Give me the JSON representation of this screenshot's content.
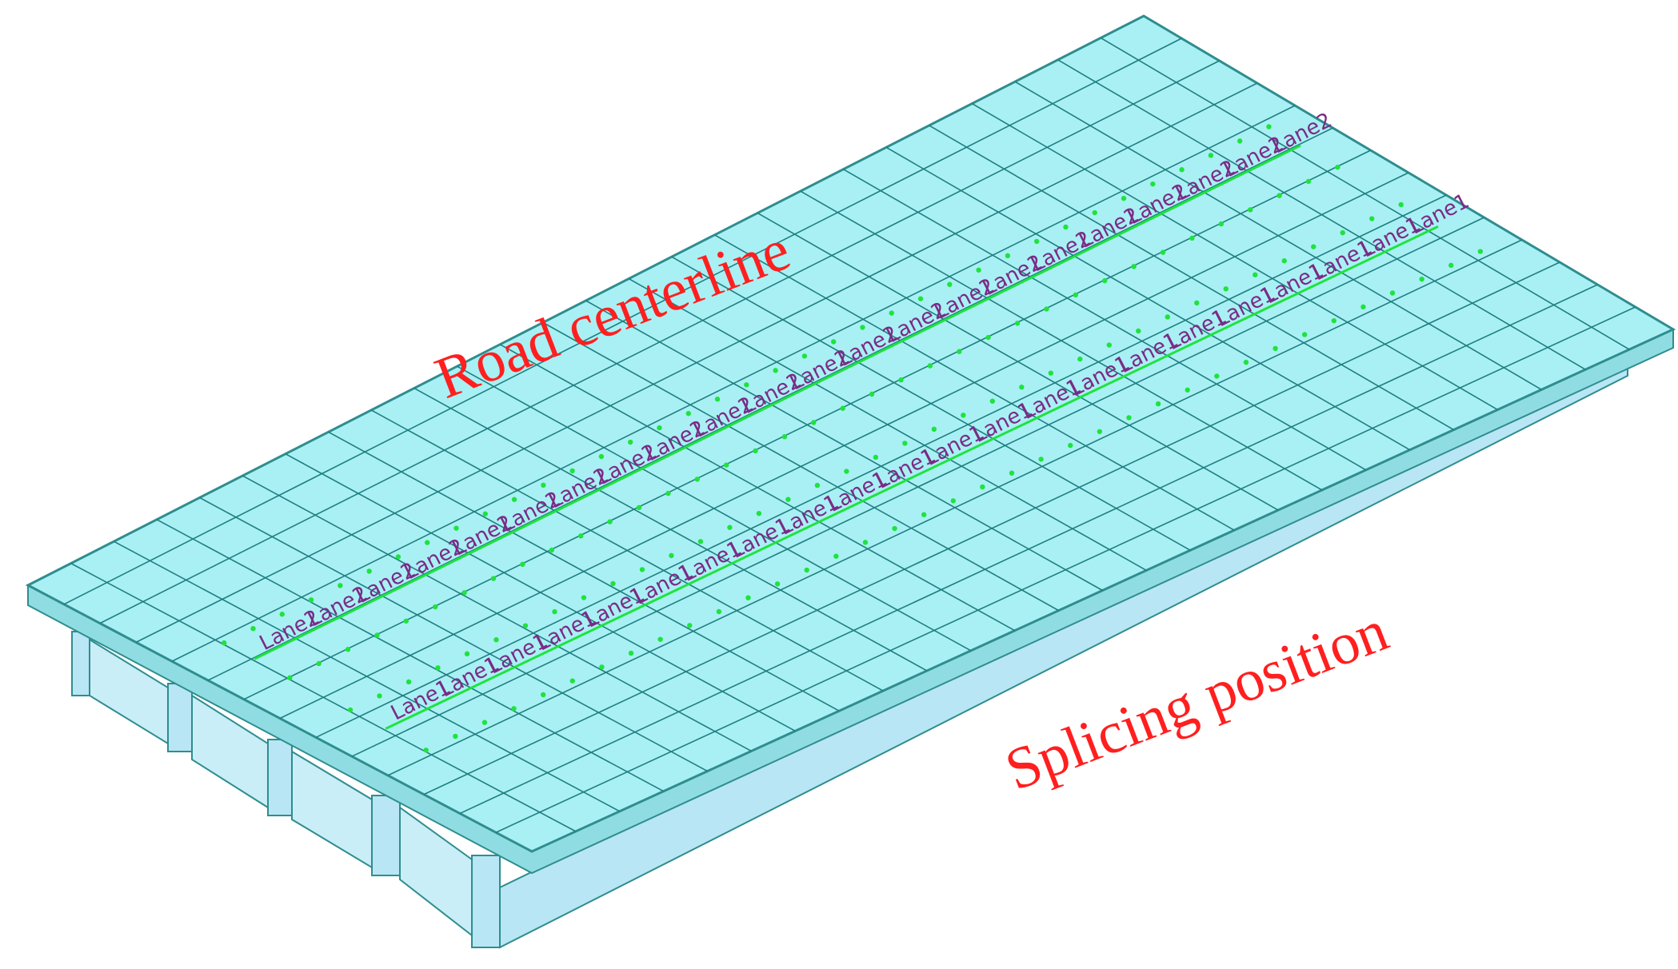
{
  "annotations": {
    "road_centerline": "Road centerline",
    "splicing_position": "Splicing position"
  },
  "lanes": {
    "lane1": "Lane1",
    "lane2": "Lane2"
  },
  "colors": {
    "deck": "#a9f0f4",
    "deck_edge": "#2f8d8e",
    "mesh_line": "#1f7f80",
    "girder": "#b8e6f4",
    "girder_dark": "#6fb2c8",
    "lane_marker": "#1ee33c",
    "lane_label": "#7a2b86",
    "annotation": "#ff1f1f"
  }
}
